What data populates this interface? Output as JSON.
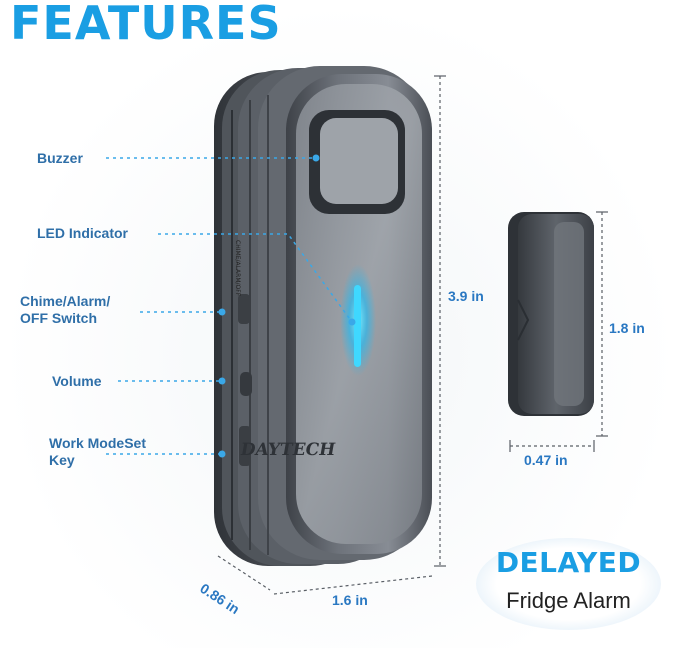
{
  "heading": "FEATURES",
  "callouts": {
    "buzzer": "Buzzer",
    "led": "LED Indicator",
    "switch_line1": "Chime/Alarm/",
    "switch_line2": "OFF Switch",
    "volume": "Volume",
    "workmode_line1": "Work ModeSet",
    "workmode_line2": "Key"
  },
  "dimensions": {
    "height_main": "3.9 in",
    "width_main": "1.6 in",
    "depth_main": "0.86 in",
    "height_magnet": "1.8 in",
    "width_magnet": "0.47 in"
  },
  "device": {
    "brand_logo": "DAYTECH",
    "side_switch_text": "CHIME/ALARM/OFF"
  },
  "badge": {
    "title": "DELAYED",
    "subtitle": "Fridge Alarm"
  },
  "colors": {
    "accent": "#1a9ee3",
    "label": "#2f6fa8",
    "led": "#3fd8ff",
    "device": "#6b7078"
  }
}
